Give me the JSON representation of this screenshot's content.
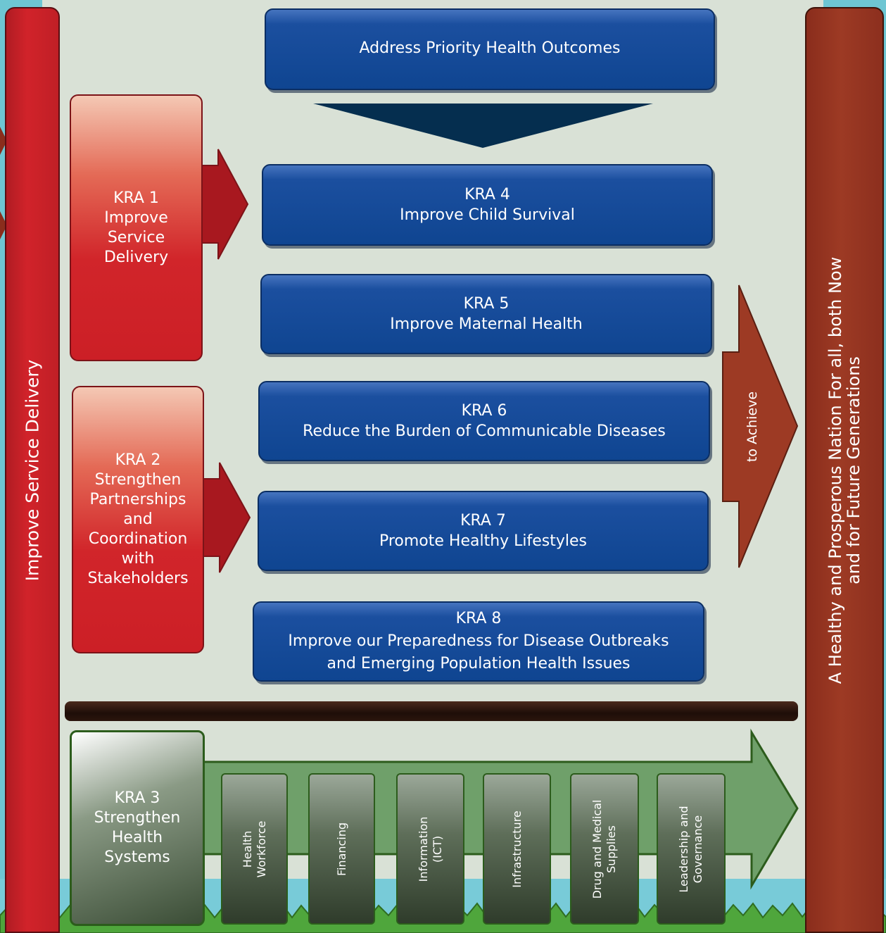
{
  "colors": {
    "blue_box": "#0f4591",
    "red_pillar": "#d1232a",
    "brown_pillar": "#9d3a24",
    "green_arrow": "#6fa06a",
    "background": "#d9e1d6",
    "grass": "#4fa63c"
  },
  "left_pillar": {
    "label": "Improve Service Delivery"
  },
  "right_pillar": {
    "line1": "A Healthy and Prosperous Nation For all, both Now",
    "line2": "and for Future Generations"
  },
  "achieve_arrow": {
    "label": "to Achieve"
  },
  "outcomes_header": {
    "label": "Address Priority Health Outcomes"
  },
  "kra_outcomes": [
    {
      "code": "KRA 4",
      "title": "Improve Child Survival"
    },
    {
      "code": "KRA 5",
      "title": "Improve Maternal Health"
    },
    {
      "code": "KRA 6",
      "title": "Reduce the Burden of Communicable Diseases"
    },
    {
      "code": "KRA 7",
      "title": "Promote Healthy Lifestyles"
    },
    {
      "code": "KRA 8",
      "title": "Improve our Preparedness for Disease Outbreaks",
      "title2": "and Emerging Population Health Issues"
    }
  ],
  "kra_inputs": [
    {
      "code": "KRA 1",
      "lines": [
        "Improve",
        "Service",
        "Delivery"
      ]
    },
    {
      "code": "KRA 2",
      "lines": [
        "Strengthen",
        "Partnerships",
        "and",
        "Coordination",
        "with",
        "Stakeholders"
      ]
    }
  ],
  "health_systems": {
    "code": "KRA 3",
    "lines": [
      "Strengthen",
      "Health",
      "Systems"
    ],
    "pillars": [
      {
        "line1": "Health",
        "line2": "Workforce"
      },
      {
        "line1": "Financing",
        "line2": ""
      },
      {
        "line1": "Information",
        "line2": "(ICT)"
      },
      {
        "line1": "Infrastructure",
        "line2": ""
      },
      {
        "line1": "Drug and Medical",
        "line2": "Supplies"
      },
      {
        "line1": "Leadership and",
        "line2": "Governance"
      }
    ]
  }
}
